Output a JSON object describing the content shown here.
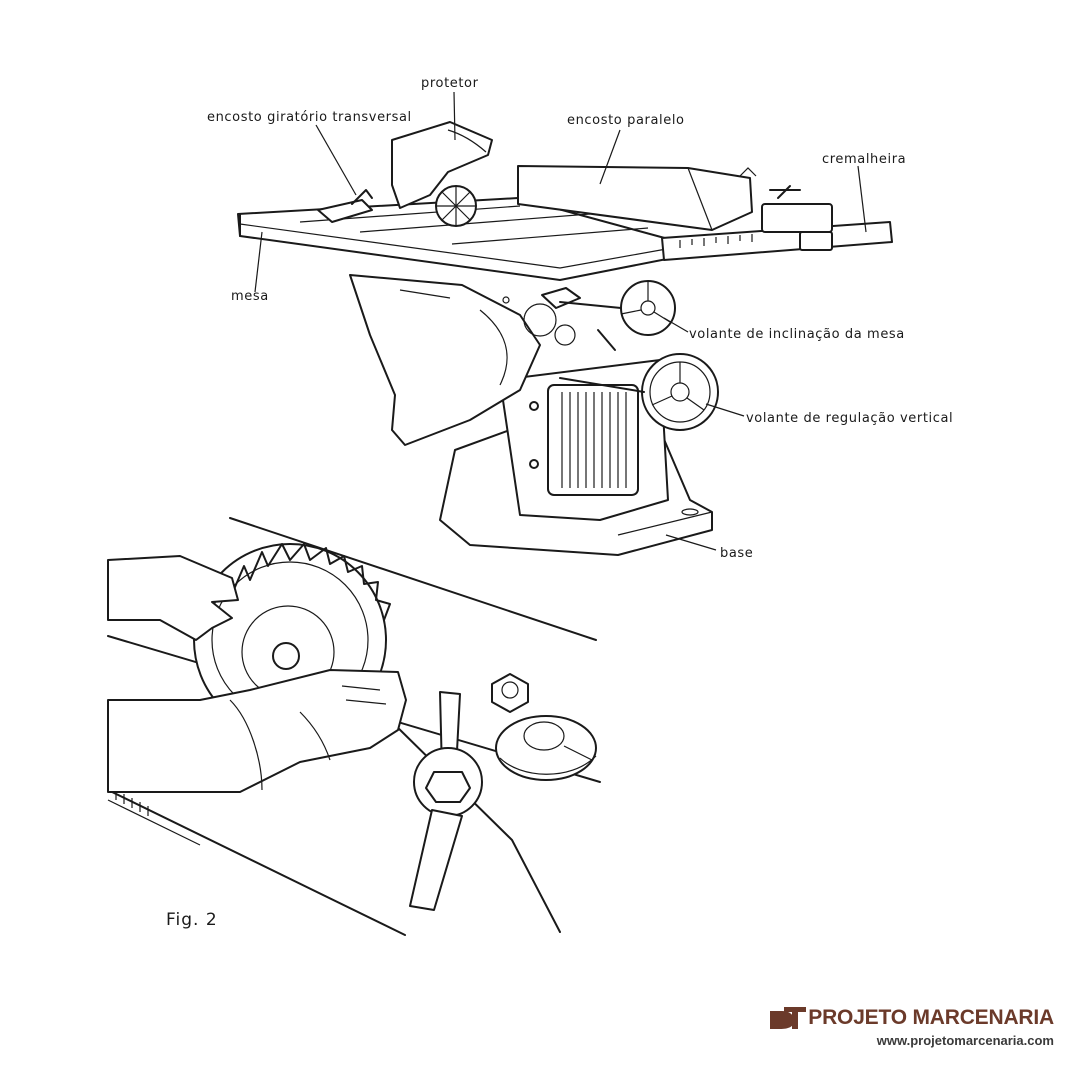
{
  "labels": {
    "protetor": "protetor",
    "encosto_giratorio": "encosto giratório transversal",
    "encosto_paralelo": "encosto paralelo",
    "cremalheira": "cremalheira",
    "mesa": "mesa",
    "volante_inclinacao": "volante de inclinação da mesa",
    "volante_regulacao": "volante de regulação vertical",
    "base": "base"
  },
  "figure_caption": "Fig. 2",
  "brand": {
    "title": "PROJETO MARCENARIA",
    "url": "www.projetomarcenaria.com",
    "color": "#6b3a2a"
  }
}
